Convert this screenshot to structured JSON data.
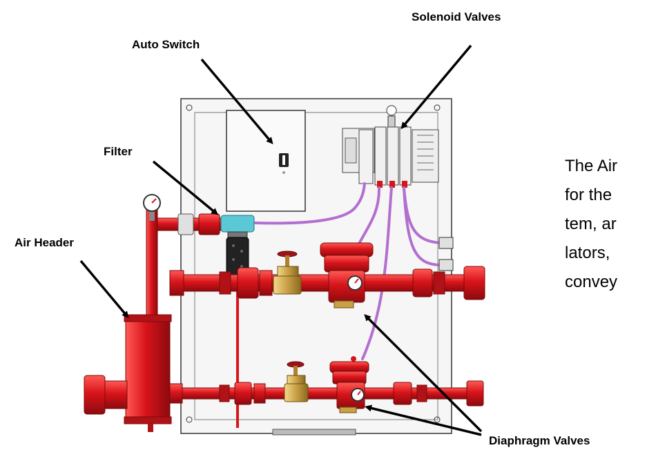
{
  "labels": {
    "solenoid_valves": "Solenoid Valves",
    "auto_switch": "Auto Switch",
    "filter": "Filter",
    "air_header": "Air Header",
    "diaphragm_valves": "Diaphragm Valves"
  },
  "description_lines": [
    "The Air",
    "for the",
    "tem, ar",
    "lators,",
    "convey"
  ],
  "colors": {
    "pipe_red": "#d8141b",
    "hose_purple": "#b36fcf",
    "filter_teal": "#5bc8d6",
    "brass": "#c8a046",
    "panel_gray": "#f4f4f4"
  }
}
